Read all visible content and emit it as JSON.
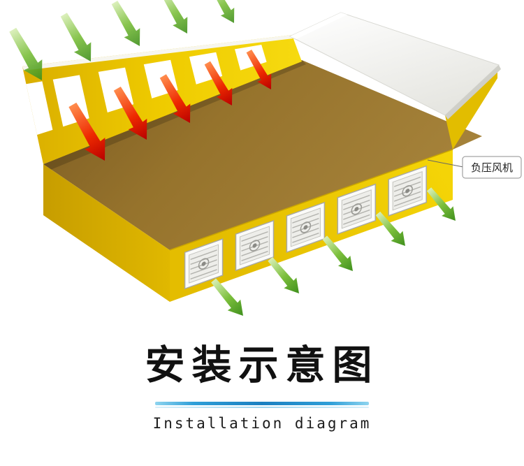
{
  "diagram": {
    "fan_label": "负压风机",
    "colors": {
      "wall_yellow": "#f2cf00",
      "wall_yellow_dark": "#d9ae00",
      "floor_brown": "#96732c",
      "roof_white": "#f5f5f2",
      "arrow_red": "#e61500",
      "arrow_green": "#6ab52e",
      "accent_blue": "#1b7fc0"
    }
  },
  "title": {
    "cn": "安装示意图",
    "en": "Installation diagram"
  }
}
